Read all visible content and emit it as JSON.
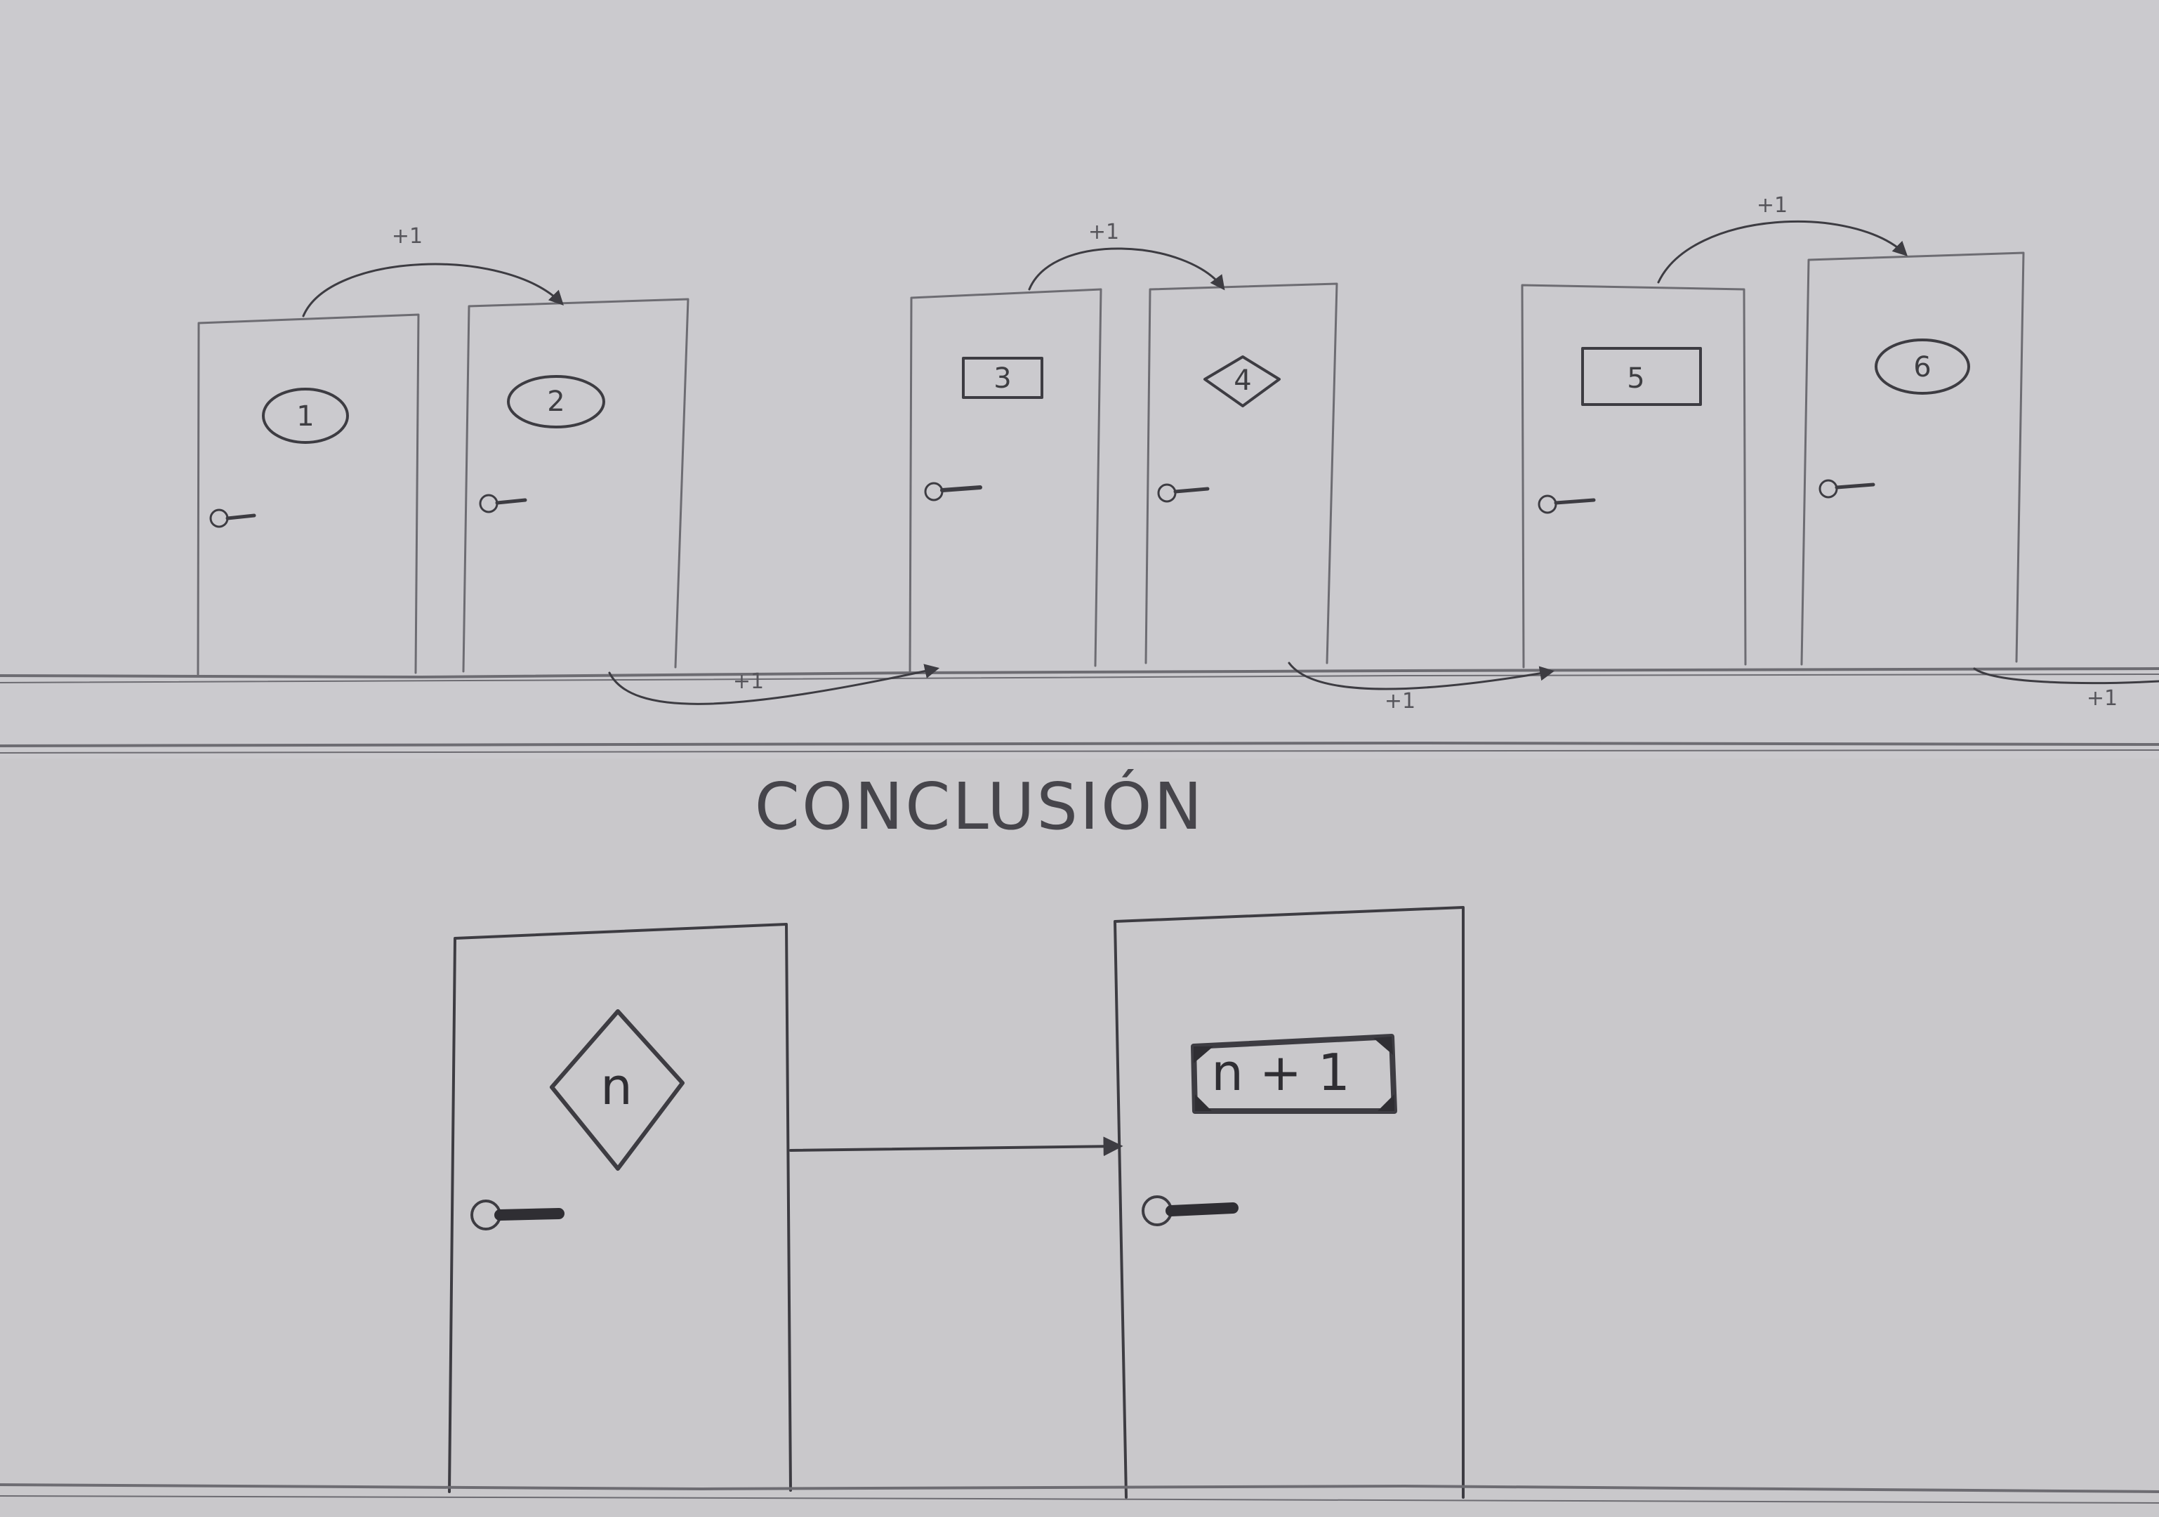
{
  "paper_color": "#c9c8cb",
  "pencil_color": "#6d6c72",
  "dark_pencil_color": "#3d3c42",
  "top_row": {
    "doors": [
      {
        "label": "1",
        "badge": "oval"
      },
      {
        "label": "2",
        "badge": "oval"
      },
      {
        "label": "3",
        "badge": "rectangle"
      },
      {
        "label": "4",
        "badge": "diamond"
      },
      {
        "label": "5",
        "badge": "rectangle"
      },
      {
        "label": "6",
        "badge": "oval"
      }
    ],
    "over_arrows": [
      "+1",
      "+1",
      "+1"
    ],
    "floor_arrows": [
      "+1",
      "+1",
      "+1"
    ]
  },
  "conclusion": {
    "title": "CONCLUSIÓN",
    "doors": [
      {
        "label": "n",
        "badge": "diamond"
      },
      {
        "label": "n + 1",
        "badge": "rectangle"
      }
    ]
  }
}
